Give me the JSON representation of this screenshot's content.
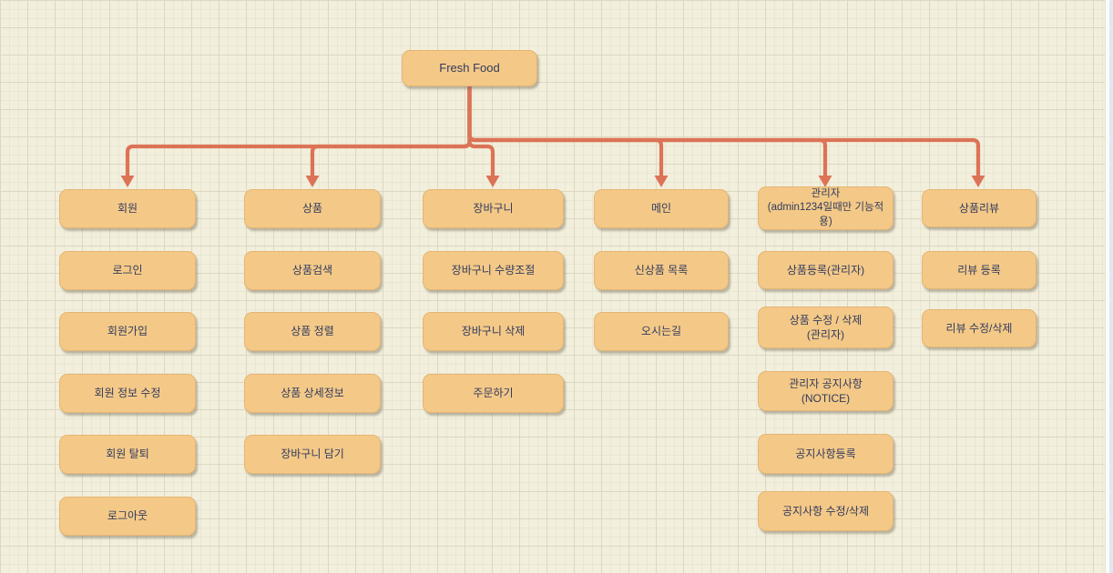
{
  "diagram": {
    "root_label": "Fresh Food",
    "columns": [
      {
        "header": "회원",
        "items": [
          "로그인",
          "회원가입",
          "회원 정보 수정",
          "회원 탈퇴",
          "로그아웃"
        ]
      },
      {
        "header": "상품",
        "items": [
          "상품검색",
          "상품 정렬",
          "상품 상세정보",
          "장바구니 담기"
        ]
      },
      {
        "header": "장바구니",
        "items": [
          "장바구니 수량조절",
          "장바구니 삭제",
          "주문하기"
        ]
      },
      {
        "header": "메인",
        "items": [
          "신상품 목록",
          "오시는길"
        ]
      },
      {
        "header": "관리자\n(admin1234일때만 기능적용)",
        "items": [
          "상품등록(관리자)",
          "상품 수정 / 삭제\n(관리자)",
          "관리자 공지사항\n(NOTICE)",
          "공지사항등록",
          "공지사항 수정/삭제"
        ]
      },
      {
        "header": "상품리뷰",
        "items": [
          "리뷰 등록",
          "리뷰 수정/삭제"
        ]
      }
    ],
    "colors": {
      "background": "#f2efdc",
      "grid_minor": "#e9e6d3",
      "grid_major": "#dcd8c2",
      "node_fill": "#f4c987",
      "node_border": "#e5b573",
      "node_text": "#313a5f",
      "connector": "#dc7356"
    }
  }
}
